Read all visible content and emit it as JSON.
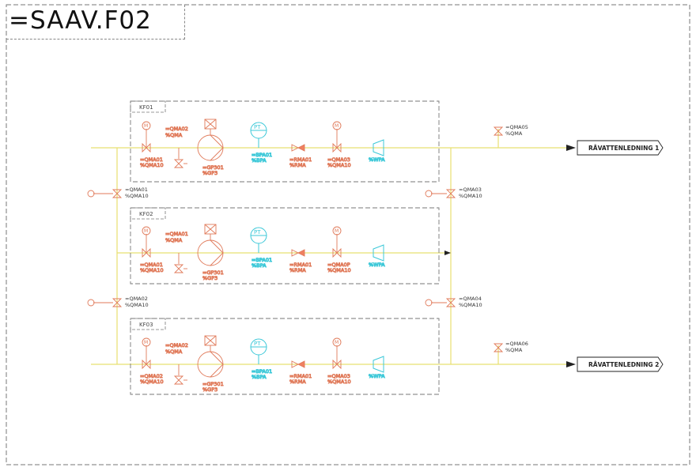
{
  "drawing": {
    "title": "=SAAV.F02"
  },
  "colors": {
    "pipe": "#e8e070",
    "device": "#e07a5a",
    "sensor": "#3cc8d8",
    "valve_fill": "#f08060",
    "frame": "#777777",
    "text": "#333333"
  },
  "blocks": [
    {
      "name": "KF01",
      "motor_valve_in": [
        "=QMA01",
        "%QMA10"
      ],
      "bypass_valve": [
        "=QMA02",
        "%QMA"
      ],
      "pump": [
        "=GP301",
        "%GP3"
      ],
      "sensor_label": "PT",
      "sensor": [
        "=BPA01",
        "%BPA"
      ],
      "check_valve": [
        "=RMA01",
        "%RMA"
      ],
      "motor_valve_out": [
        "=QMA03",
        "%QMA10"
      ],
      "flow_meter": "%WPA"
    },
    {
      "name": "KF02",
      "motor_valve_in": [
        "=QMA01",
        "%QMA10"
      ],
      "bypass_valve": [
        "=QMA01",
        "%QMA"
      ],
      "pump": [
        "=GP301",
        "%GP3"
      ],
      "sensor_label": "PT",
      "sensor": [
        "=BPA01",
        "%BPA"
      ],
      "check_valve": [
        "=RMA01",
        "%RMA"
      ],
      "motor_valve_out": [
        "=QMA0P",
        "%QMA10"
      ],
      "flow_meter": "%WPA"
    },
    {
      "name": "KF03",
      "motor_valve_in": [
        "=QMA02",
        "%QMA10"
      ],
      "bypass_valve": [
        "=QMA02",
        "%QMA"
      ],
      "pump": [
        "=GP301",
        "%GP3"
      ],
      "sensor_label": "PT",
      "sensor": [
        "=BPA01",
        "%BPA"
      ],
      "check_valve": [
        "=RMA01",
        "%RMA"
      ],
      "motor_valve_out": [
        "=QMA03",
        "%QMA10"
      ],
      "flow_meter": "%WPA"
    }
  ],
  "header_valves": {
    "left_1": [
      "=QMA01",
      "%QMA10"
    ],
    "left_2": [
      "=QMA02",
      "%QMA10"
    ],
    "right_1": [
      "=QMA03",
      "%QMA10"
    ],
    "right_2": [
      "=QMA04",
      "%QMA10"
    ],
    "drain_1": [
      "=QMA05",
      "%QMA"
    ],
    "drain_2": [
      "=QMA06",
      "%QMA"
    ]
  },
  "outputs": {
    "line_1": "RÅVATTENLEDNING 1",
    "line_2": "RÅVATTENLEDNING 2"
  }
}
